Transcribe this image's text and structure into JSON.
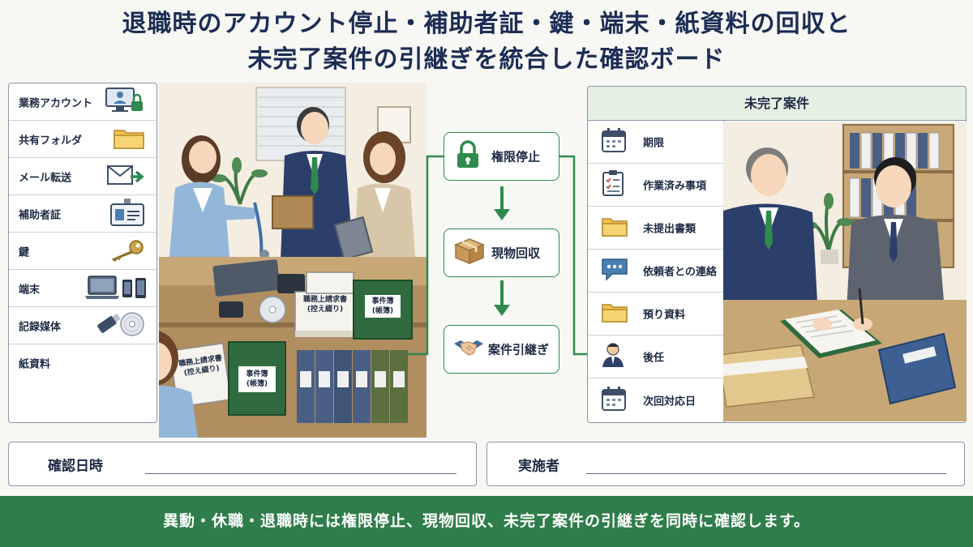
{
  "title": {
    "line1": "退職時のアカウント停止・補助者証・鍵・端末・紙資料の回収と",
    "line2": "未完了案件の引継ぎを統合した確認ボード"
  },
  "left_items": [
    {
      "label": "業務アカウント",
      "icon": "computer-lock-icon"
    },
    {
      "label": "共有フォルダ",
      "icon": "folder-icon"
    },
    {
      "label": "メール転送",
      "icon": "mail-forward-icon"
    },
    {
      "label": "補助者証",
      "icon": "id-card-icon"
    },
    {
      "label": "鍵",
      "icon": "key-icon"
    },
    {
      "label": "端末",
      "icon": "devices-icon"
    },
    {
      "label": "記録媒体",
      "icon": "usb-disc-icon"
    },
    {
      "label": "紙資料",
      "icon": ""
    }
  ],
  "scene_left": {
    "doc_request": "職務上請求書\n(控え綴り)",
    "doc_case": "事件簿\n(帳簿)"
  },
  "flow": [
    {
      "label": "権限停止",
      "icon": "lock-icon"
    },
    {
      "label": "現物回収",
      "icon": "box-icon"
    },
    {
      "label": "案件引継ぎ",
      "icon": "handshake-icon"
    }
  ],
  "right_panel": {
    "header": "未完了案件",
    "items": [
      {
        "label": "期限",
        "icon": "calendar-icon"
      },
      {
        "label": "作業済み事項",
        "icon": "checklist-icon"
      },
      {
        "label": "未提出書類",
        "icon": "folder-icon"
      },
      {
        "label": "依頼者との連絡",
        "icon": "chat-icon"
      },
      {
        "label": "預り資料",
        "icon": "folder-icon"
      },
      {
        "label": "後任",
        "icon": "person-icon"
      },
      {
        "label": "次回対応日",
        "icon": "calendar-icon"
      }
    ]
  },
  "fields": {
    "confirm_date": "確認日時",
    "implementer": "実施者"
  },
  "footer": "異動・休職・退職時には権限停止、現物回収、未完了案件の引継ぎを同時に確認します。",
  "colors": {
    "accent_green": "#2f7d4a",
    "title_navy": "#1c2d55",
    "border_gray": "#8a98aa"
  }
}
